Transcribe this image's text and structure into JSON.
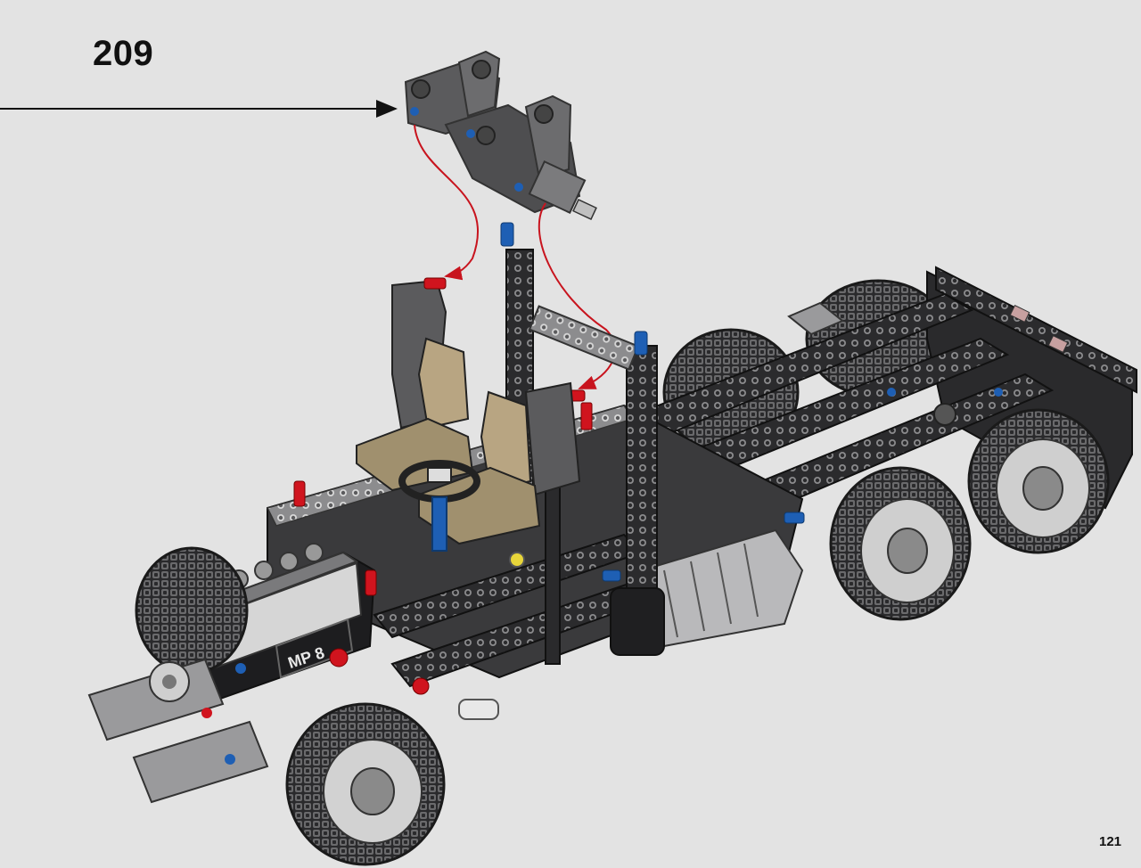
{
  "step": {
    "number": "209"
  },
  "page": {
    "number": "121"
  },
  "model": {
    "dashboard_label": "MP 8"
  },
  "colors": {
    "background": "#e3e3e3",
    "dark_bley": "#3e3e40",
    "black": "#1d1d1f",
    "light_bley": "#b3b3b3",
    "tan": "#b8a582",
    "red": "#d0141e",
    "blue": "#1e5fb4",
    "callout_line": "#c8141e"
  }
}
